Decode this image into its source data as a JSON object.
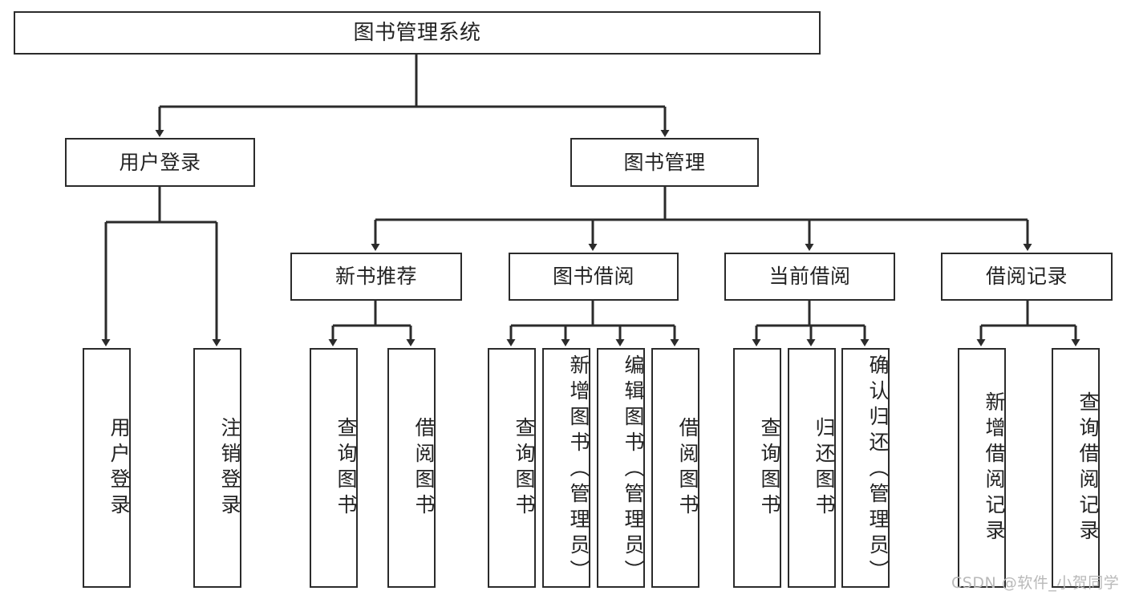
{
  "diagram": {
    "title": "图书管理系统",
    "watermark": "CSDN @软件_小贺同学",
    "colors": {
      "stroke": "#2b2b2b",
      "text": "#232323",
      "background": "#ffffff",
      "watermark": "#b9b9b9"
    },
    "root": {
      "label": "图书管理系统"
    },
    "level1": [
      {
        "label": "用户登录"
      },
      {
        "label": "图书管理"
      }
    ],
    "level2": [
      {
        "label": "新书推荐"
      },
      {
        "label": "图书借阅"
      },
      {
        "label": "当前借阅"
      },
      {
        "label": "借阅记录"
      }
    ],
    "leaves": {
      "user_login": [
        {
          "label": "用户登录"
        },
        {
          "label": "注销登录"
        }
      ],
      "new_book": [
        {
          "label": "查询图书"
        },
        {
          "label": "借阅图书"
        }
      ],
      "book_borrow": [
        {
          "label": "查询图书"
        },
        {
          "label": "新增图书（管理员）"
        },
        {
          "label": "编辑图书（管理员）"
        },
        {
          "label": "借阅图书"
        }
      ],
      "current_borrow": [
        {
          "label": "查询图书"
        },
        {
          "label": "归还图书"
        },
        {
          "label": "确认归还（管理员）"
        }
      ],
      "borrow_record": [
        {
          "label": "新增借阅记录"
        },
        {
          "label": "查询借阅记录"
        }
      ]
    }
  }
}
